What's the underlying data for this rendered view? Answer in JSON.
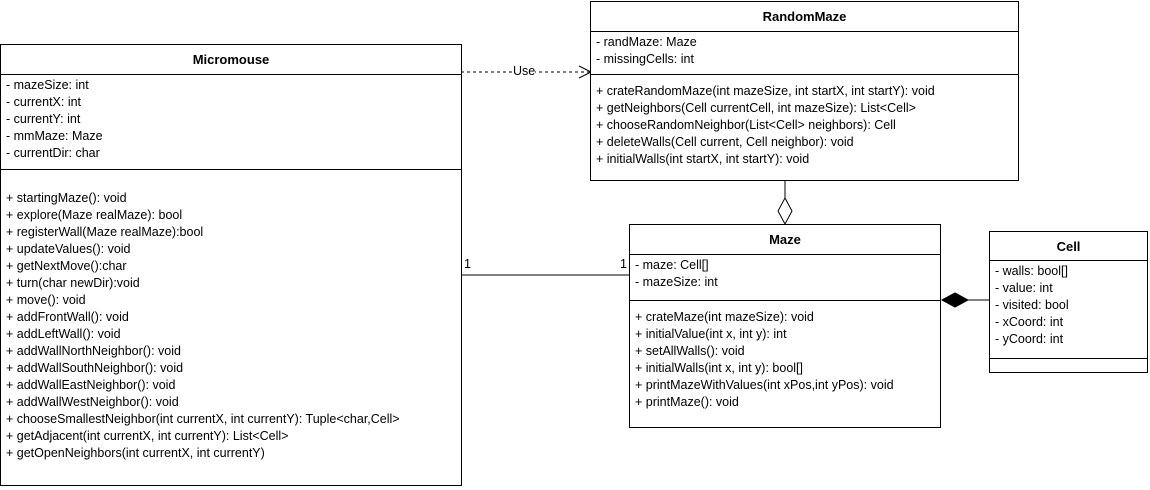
{
  "classes": {
    "micromouse": {
      "name": "Micromouse",
      "attributes": [
        "- mazeSize: int",
        "- currentX: int",
        "- currentY: int",
        "- mmMaze: Maze",
        "- currentDir: char"
      ],
      "methods": [
        "+ startingMaze(): void",
        "+ explore(Maze realMaze): bool",
        "+ registerWall(Maze realMaze):bool",
        "+ updateValues(): void",
        "+ getNextMove():char",
        "+ turn(char newDir):void",
        "+ move(): void",
        "+ addFrontWall(): void",
        "+ addLeftWall(): void",
        "+ addWallNorthNeighbor(): void",
        "+ addWallSouthNeighbor(): void",
        "+ addWallEastNeighbor(): void",
        "+ addWallWestNeighbor(): void",
        "+ chooseSmallestNeighbor(int currentX, int currentY): Tuple<char,Cell>",
        "+ getAdjacent(int currentX, int currentY): List<Cell>",
        "+ getOpenNeighbors(int currentX, int currentY)"
      ]
    },
    "randommaze": {
      "name": "RandomMaze",
      "attributes": [
        "- randMaze: Maze",
        "- missingCells: int"
      ],
      "methods": [
        "+ crateRandomMaze(int mazeSize, int startX, int startY): void",
        "+ getNeighbors(Cell currentCell, int mazeSize): List<Cell>",
        "+ chooseRandomNeighbor(List<Cell> neighbors): Cell",
        "+ deleteWalls(Cell current, Cell neighbor): void",
        "+ initialWalls(int startX, int startY): void"
      ]
    },
    "maze": {
      "name": "Maze",
      "attributes": [
        "- maze: Cell[]",
        "- mazeSize: int"
      ],
      "methods": [
        "+ crateMaze(int mazeSize): void",
        "+ initialValue(int x, int y): int",
        "+ setAllWalls(): void",
        "+ initialWalls(int x, int y): bool[]",
        "+ printMazeWithValues(int xPos,int yPos): void",
        "+ printMaze(): void"
      ]
    },
    "cell": {
      "name": "Cell",
      "attributes": [
        "- walls: bool[]",
        "- value: int",
        "- visited: bool",
        "- xCoord: int",
        "- yCoord: int"
      ],
      "methods": []
    }
  },
  "relations": {
    "use_label": "Use",
    "assoc_left_mult": "1",
    "assoc_right_mult": "1"
  }
}
